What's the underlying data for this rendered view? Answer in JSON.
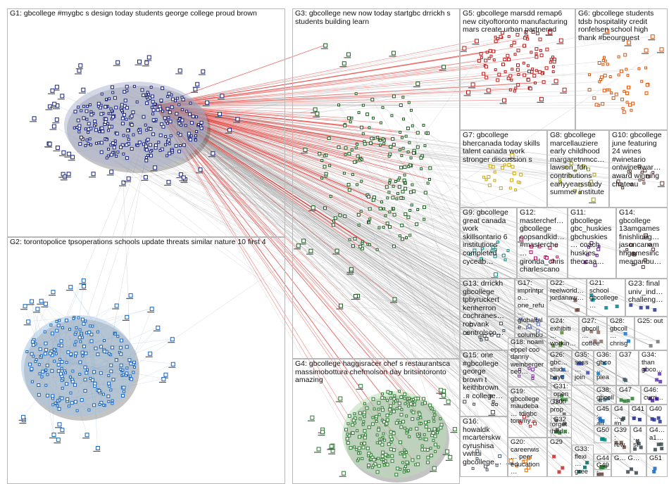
{
  "groups": [
    {
      "id": "G1",
      "label": "G1: gbcollege #mygbc s design today students george college proud brown",
      "color": "#1a237e"
    },
    {
      "id": "G2",
      "label": "G2: torontopolice tpsoperations schools update threats similar nature 10 first 4",
      "color": "#1565c0"
    },
    {
      "id": "G3",
      "label": "G3: gbcollege new now today startgbc drrickh s students building learn",
      "color": "#1b5e20"
    },
    {
      "id": "G4",
      "label": "G4: gbcollege haggisracer chef s restaurantsca massimobottura chefmolson day britsintoronto amazing",
      "color": "#2e7d32"
    },
    {
      "id": "G5",
      "label": "G5: gbcollege marsdd remap6 new cityoftoronto manufacturing mars create urban partnered",
      "color": "#b71c1c"
    },
    {
      "id": "G6",
      "label": "G6: gbcollege students tdsb hospitality credit ronfelsen school high thank #beourguest",
      "color": "#e65100"
    },
    {
      "id": "G7",
      "label": "G7: gbcollege bhercanada today skills talent canada work stronger discussion s",
      "color": "#c9a800"
    },
    {
      "id": "G8",
      "label": "G8: gbcollege marcellauziere early childhood margaretnmcc… lawson_fdn contributions earlyyearsstudy summer institute",
      "color": "#9e9d24"
    },
    {
      "id": "G9",
      "label": "G9: gbcollege great canada work skillsontario 6 institutions completed cyceab…",
      "color": "#00897b"
    },
    {
      "id": "G10",
      "label": "G10: gbcollege june featuring 24 wines #winetario ontwineawar… award winning chateau",
      "color": "#5d4037"
    },
    {
      "id": "G11",
      "label": "G11: gbcollege gbc_huskies gbchuskies… coach huskies theocaa…",
      "color": "#6a1b9a"
    },
    {
      "id": "G12",
      "label": "G12: masterchef… gbcollege copsandkid… #masterche… gironda_chris charlescano…",
      "color": "#ad1457"
    },
    {
      "id": "G13",
      "label": "G13: drrickh gbcollege tpbyruckert kenherron cochranes… robvank controlsco…",
      "color": "#37474f"
    },
    {
      "id": "G14",
      "label": "G14: gbcollege 13amgames finishlineg… jasoncanam hhgamesinc meagaribu…",
      "color": "#4e342e"
    },
    {
      "id": "G15",
      "label": "G15: one #gbcollege george brown t keithbrown… college…",
      "color": "#424242"
    },
    {
      "id": "G16",
      "label": "G16: howaldk mcarterskw cyrushisa vwhui gbcollege…",
      "color": "#455a64"
    },
    {
      "id": "G17",
      "label": "G17: imprintpro… one_refu… globaltale… columbus… welcomett…",
      "color": "#5c6bc0"
    },
    {
      "id": "G18",
      "label": "G18: noam eppel coo danny weinberger ceo…",
      "color": "#7b1fa2"
    },
    {
      "id": "G19",
      "label": "G19: gbcollege maudeba… tdigbc tommy…",
      "color": "#c62828"
    },
    {
      "id": "G20",
      "label": "G20: careerwis… peer education…",
      "color": "#ef6c00"
    },
    {
      "id": "G21",
      "label": "G21: school gbcollege…",
      "color": "#00838f"
    },
    {
      "id": "G22",
      "label": "G22: reelworld… jordanaw…",
      "color": "#6d4c41"
    },
    {
      "id": "G23",
      "label": "G23: final univ_ind… challeng…",
      "color": "#283593"
    },
    {
      "id": "G24",
      "label": "G24: exhibiti… workin…",
      "color": "#558b2f"
    },
    {
      "id": "G25",
      "label": "G25: out",
      "color": "#757575"
    },
    {
      "id": "G26",
      "label": "G26: gbc… stud… bayc…",
      "color": "#1565c0"
    },
    {
      "id": "G27",
      "label": "G27: gbcoll… coffee…",
      "color": "#8d6e63"
    },
    {
      "id": "G28",
      "label": "G28: gbcoll… chrisg…",
      "color": "#1976d2"
    },
    {
      "id": "G29",
      "label": "G29",
      "color": "#c62828"
    },
    {
      "id": "G30",
      "label": "G30: prop… forget third…",
      "color": "#616161"
    },
    {
      "id": "G31",
      "label": "G31: open hirin…",
      "color": "#388e3c"
    },
    {
      "id": "G32",
      "label": "G32",
      "color": "#2e7d32"
    },
    {
      "id": "G33",
      "label": "G33: flexi… gree…",
      "color": "#00695c"
    },
    {
      "id": "G34",
      "label": "G34: than gbco…",
      "color": "#5e35b1"
    },
    {
      "id": "G35",
      "label": "G35: sess… join…",
      "color": "#3949ab"
    },
    {
      "id": "G36",
      "label": "G36: gbco… plea…",
      "color": "#0277bd"
    },
    {
      "id": "G37",
      "label": "G37",
      "color": "#455a64"
    },
    {
      "id": "G38",
      "label": "G38: gbcoll…",
      "color": "#546e7a"
    },
    {
      "id": "G39",
      "label": "G39: rew…",
      "color": "#6d4c41"
    },
    {
      "id": "G40",
      "label": "G40",
      "color": "#283593"
    },
    {
      "id": "G41",
      "label": "G41",
      "color": "#1a237e"
    },
    {
      "id": "G42",
      "label": "G4… st…",
      "color": "#37474f"
    },
    {
      "id": "G43",
      "label": "G4… a1…",
      "color": "#37474f"
    },
    {
      "id": "G44",
      "label": "G44",
      "color": "#2e7d32"
    },
    {
      "id": "G45",
      "label": "G45: au…",
      "color": "#1565c0"
    },
    {
      "id": "G46",
      "label": "G46: curri…",
      "color": "#4527a0"
    },
    {
      "id": "G47",
      "label": "G47",
      "color": "#2e7d32"
    },
    {
      "id": "G48",
      "label": "G4… #n…",
      "color": "#37474f"
    },
    {
      "id": "G49",
      "label": "G49: tak…",
      "color": "#5d4037"
    },
    {
      "id": "G50",
      "label": "G50",
      "color": "#00897b"
    },
    {
      "id": "G51",
      "label": "G51",
      "color": "#1565c0"
    },
    {
      "id": "G52",
      "label": "G… G…",
      "color": "#37474f"
    }
  ],
  "colors": {
    "background": "#ffffff",
    "panel_border": "#b8b8b8",
    "edge_gray": "#9a9a9a",
    "edge_red": "#e53935",
    "g1_halo": "#b0b6d0",
    "g2_halo": "#a9c4e0",
    "g4_halo": "#b9dcb8"
  }
}
